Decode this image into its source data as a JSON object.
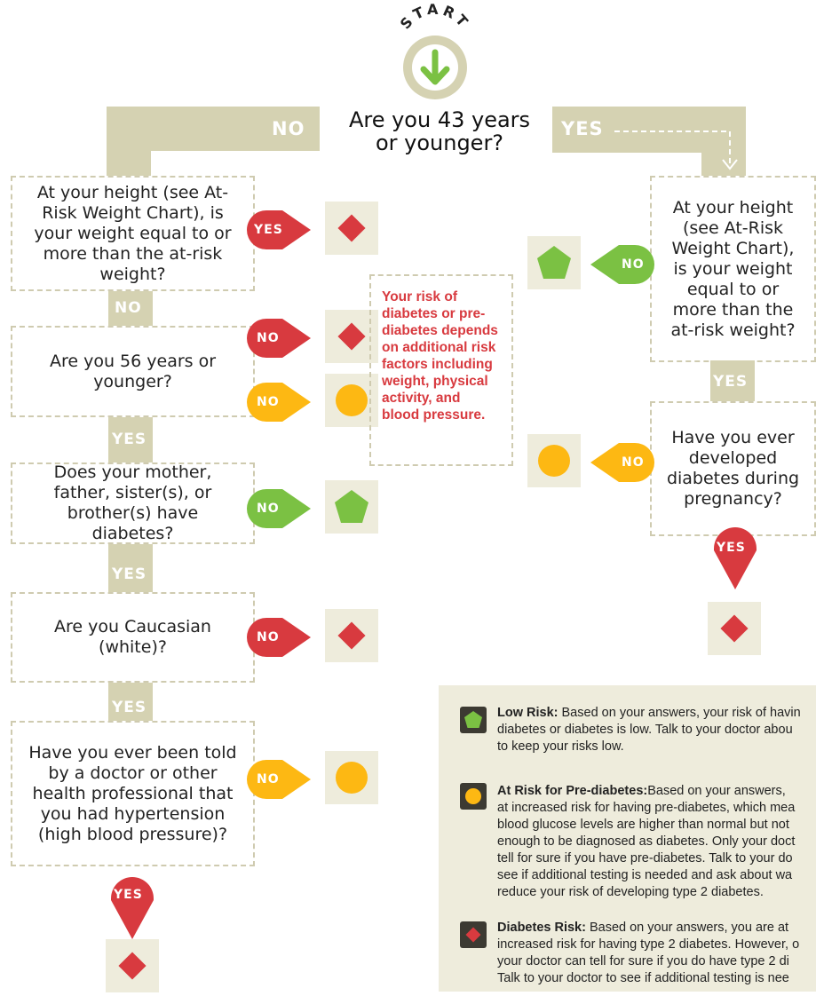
{
  "start": {
    "label": "START"
  },
  "top_question": {
    "line1": "Are you 43 years",
    "line2": "or younger?"
  },
  "branch_labels": {
    "no": "NO",
    "yes": "YES"
  },
  "left_questions": [
    "At your height (see At-Risk Weight Chart), is your weight equal to or more than the at-risk weight?",
    "Are you 56 years or younger?",
    "Does your mother, father, sister(s), or brother(s) have diabetes?",
    "Are you Caucasian (white)?",
    "Have you ever been told by a doctor or other health professional that you had hypertension (high blood pressure)?"
  ],
  "right_questions": [
    "At your height (see At-Risk Weight Chart), is your weight equal to or more than the at-risk weight?",
    "Have you ever developed diabetes during pregnancy?"
  ],
  "note": "Your risk of diabetes or pre-diabetes depends on additional risk factors including weight, physical activity, and blood pressure.",
  "legend": [
    {
      "icon": "pentagon-icon",
      "title": "Low Risk:",
      "lines": [
        " Based on your answers, your risk of havin",
        "diabetes or diabetes is low. Talk to your doctor abou",
        "to keep your risks low."
      ]
    },
    {
      "icon": "circle-icon",
      "title": " At Risk for Pre-diabetes:",
      "lines": [
        "Based on your answers,",
        "at increased risk for having pre-diabetes, which mea",
        "blood glucose levels are higher than normal but not",
        "enough to be diagnosed as diabetes. Only your doct",
        "tell for sure if you have pre-diabetes. Talk to your do",
        "see if additional testing is needed and ask about wa",
        "reduce your risk of developing type 2 diabetes."
      ]
    },
    {
      "icon": "diamond-icon",
      "title": "Diabetes Risk:",
      "lines": [
        " Based on your answers, you are at",
        "increased risk for having type 2 diabetes. However, o",
        "your doctor can tell for sure if you do have type 2 di",
        "Talk to your doctor to see if additional testing is nee"
      ]
    }
  ],
  "colors": {
    "red": "#d83a3f",
    "yellow": "#fdb813",
    "green": "#7bc143",
    "bar": "#d5d2b2",
    "tile": "#eeecdc"
  }
}
